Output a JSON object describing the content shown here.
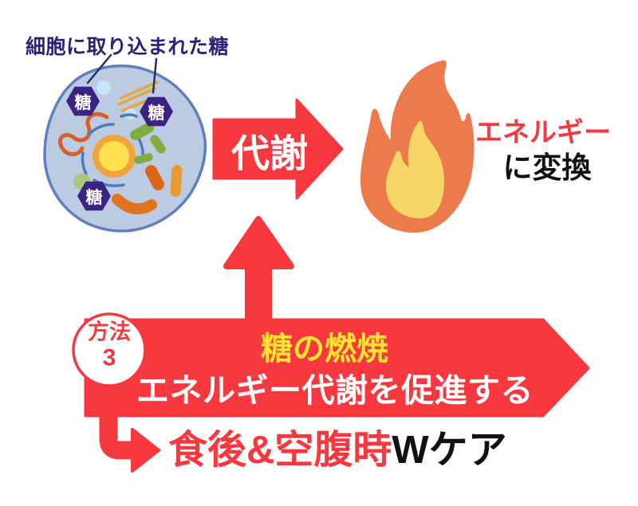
{
  "colors": {
    "accent_red": "#f8383f",
    "banner_yellow_text": "#ffe52f",
    "hexagon_indigo": "#3a2383",
    "caption_indigo": "#2f1f7a",
    "cell_fill": "#bccbe2",
    "cell_outline": "#5f80bc",
    "flame_outer_orange": "#ec7a4b",
    "flame_inner_yellow": "#f6d666",
    "text_black": "#111111"
  },
  "icons": {
    "cell": "cell-illustration",
    "sugar": "sugar-hexagon-icon",
    "metabolism": "right-arrow-icon",
    "up": "up-arrow-icon",
    "banner": "banner-arrow",
    "elbow": "elbow-arrow-icon",
    "flame": "flame-icon"
  },
  "cell": {
    "caption": "細胞に取り込まれた糖",
    "sugar_label": "糖"
  },
  "metabolism_arrow": {
    "label": "代謝"
  },
  "energy": {
    "line1": "エネルギー",
    "line2": "に変換"
  },
  "method_badge": {
    "line1": "方法",
    "line2": "3"
  },
  "banner": {
    "line1": "糖の燃焼",
    "line2": "エネルギー代謝を促進する"
  },
  "care": {
    "red_part": "食後&空腹時",
    "black_part": "Wケア"
  }
}
